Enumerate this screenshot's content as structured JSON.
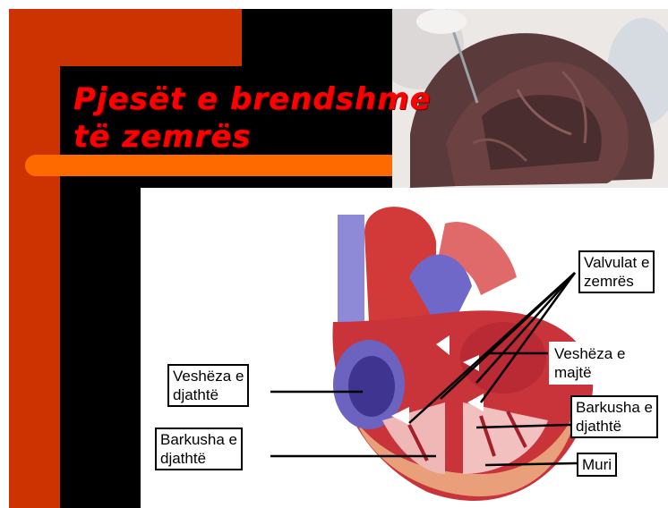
{
  "slide": {
    "title_line1": "Pjesët e brendshme",
    "title_line2": "të zemrës"
  },
  "labels": {
    "valvulat": [
      "Valvulat e",
      "zemrës"
    ],
    "veshza_majte": [
      "Veshëza e",
      "majtë"
    ],
    "veshza_djathte": [
      "Veshëza e",
      "djathtë"
    ],
    "barkusha_djathte_right": [
      "Barkusha e",
      "djathtë"
    ],
    "barkusha_djathte_left": [
      "Barkusha e",
      "djathtë"
    ],
    "muri": "Muri"
  },
  "colors": {
    "orange_dark": "#cc3300",
    "orange_bar": "#ff6a00",
    "title_red": "#ff0000",
    "background": "#000000"
  }
}
